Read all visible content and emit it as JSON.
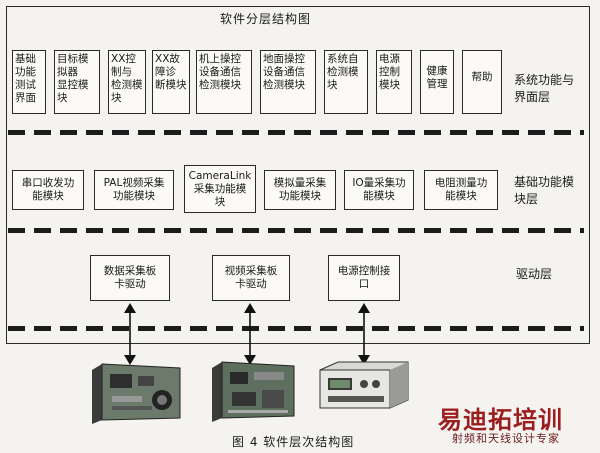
{
  "title": "软件分层结构图",
  "layers": {
    "system": "系统功能与\n界面层",
    "basic": "基础功能模\n块层",
    "driver": "驱动层"
  },
  "system_modules": [
    "基础\n功能\n测试\n界面",
    "目标模\n拟器\n显控模块",
    "XX控\n制与\n检测模块",
    "XX故\n障诊\n断模块",
    "机上操控\n设备通信\n检测模块",
    "地面操控\n设备通信\n检测模块",
    "系统自\n检测模\n块",
    "电源\n控制\n模块",
    "健康\n管理",
    "帮助"
  ],
  "basic_modules": [
    "串口收发功\n能模块",
    "PAL视频采集\n功能模块",
    "CameraLink\n采集功能模\n块",
    "模拟量采集\n功能模块",
    "IO量采集功\n能模块",
    "电阻测量功\n能模块"
  ],
  "driver_modules": [
    "数据采集板\n卡驱动",
    "视频采集板\n卡驱动",
    "电源控制接\n口"
  ],
  "caption": "图 4    软件层次结构图",
  "watermark": {
    "main": "易迪拓培训",
    "sub": "射频和天线设计专家"
  }
}
